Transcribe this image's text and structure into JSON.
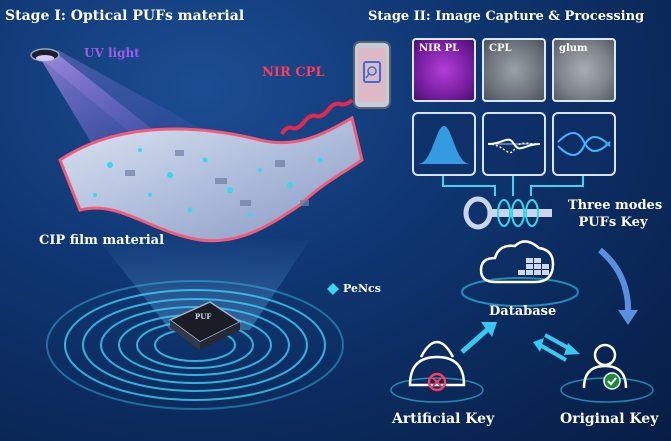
{
  "stage1_title": "Stage I: Optical PUFs material",
  "stage2_title": "Stage II: Image Capture & Processing",
  "uv_label": "UV light",
  "nir_cpl_label": "NIR CPL",
  "film_label": "CIP film material",
  "pencs_label": "PeNcs",
  "panels": [
    "NIR PL",
    "CPL",
    "glum"
  ],
  "modes_line1": "Three modes",
  "modes_line2": "PUFs Key",
  "database_label": "Database",
  "artificial_key": "Artificial Key",
  "original_key": "Original Key",
  "chip_label": "PUF",
  "colors": {
    "accent_cyan": "#37d7ef",
    "nir_purple": "#7a1fa3",
    "glow_red": "#ff3b5c",
    "uv_purple": "#9b5de5",
    "background": "#0f3672"
  }
}
